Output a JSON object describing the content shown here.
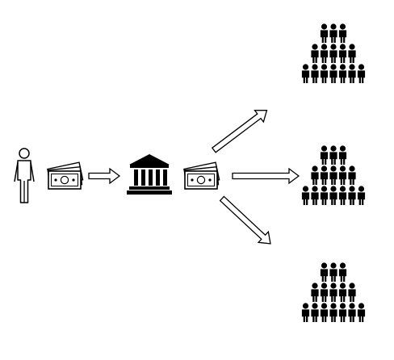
{
  "diagram": {
    "depositor": {
      "icon": "person-outline-icon"
    },
    "deposit_money": {
      "icon": "banknote-stack-icon"
    },
    "bank": {
      "icon": "bank-building-icon"
    },
    "loaned_money": {
      "icon": "banknote-stack-icon"
    },
    "borrower_groups": [
      {
        "icon": "crowd-pyramid-icon",
        "rows": [
          3,
          5,
          7
        ]
      },
      {
        "icon": "crowd-pyramid-icon",
        "rows": [
          3,
          5,
          7
        ]
      },
      {
        "icon": "crowd-pyramid-icon",
        "rows": [
          3,
          5,
          7
        ]
      }
    ],
    "arrows": [
      {
        "from": "deposit-money",
        "to": "bank",
        "icon": "arrow-right-icon"
      },
      {
        "from": "loaned-money",
        "to": "borrower-group-top",
        "icon": "arrow-up-right-icon"
      },
      {
        "from": "loaned-money",
        "to": "borrower-group-middle",
        "icon": "arrow-right-icon"
      },
      {
        "from": "loaned-money",
        "to": "borrower-group-bottom",
        "icon": "arrow-down-right-icon"
      }
    ],
    "colors": {
      "ink": "#000000",
      "paper": "#ffffff"
    }
  }
}
